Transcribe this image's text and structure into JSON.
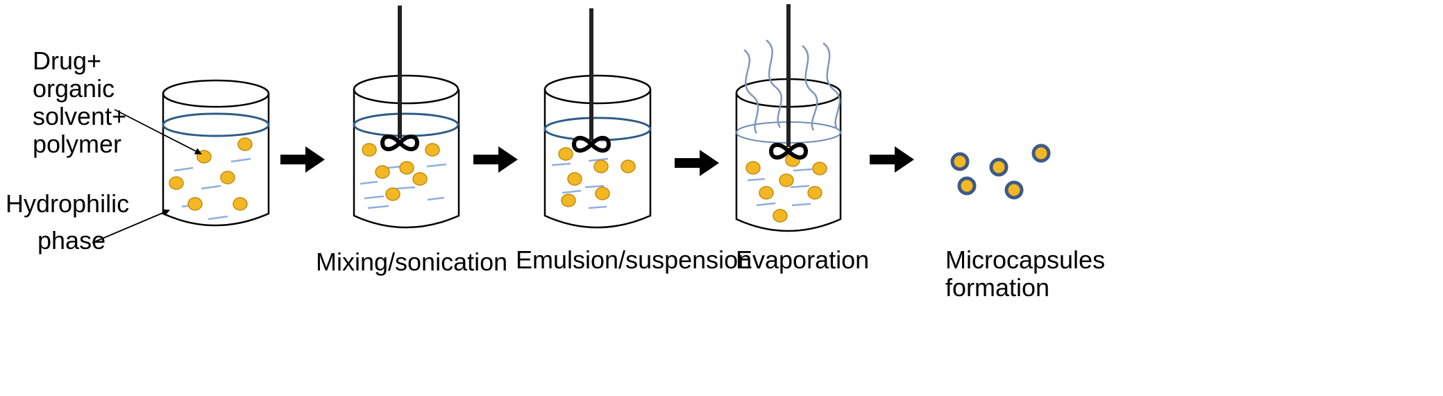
{
  "labels": {
    "drug_line1": "Drug+",
    "drug_line2": "organic",
    "drug_line3": "solvent+",
    "drug_line4": "polymer",
    "hydro_line1": "Hydrophilic",
    "hydro_line2": "phase",
    "step1": "Mixing/sonication",
    "step2": "Emulsion/suspension",
    "step3": "Evaporation",
    "step4_line1": "Microcapsules",
    "step4_line2": "formation"
  },
  "colors": {
    "droplet_fill": "#f2b824",
    "droplet_stroke": "#c48a10",
    "liquid_line": "#2f5b86",
    "dash": "#8faee0",
    "vapor": "#7f97b8",
    "capsule_shell": "#3d5a86",
    "capsule_core": "#f2b824",
    "ink": "#000000"
  }
}
